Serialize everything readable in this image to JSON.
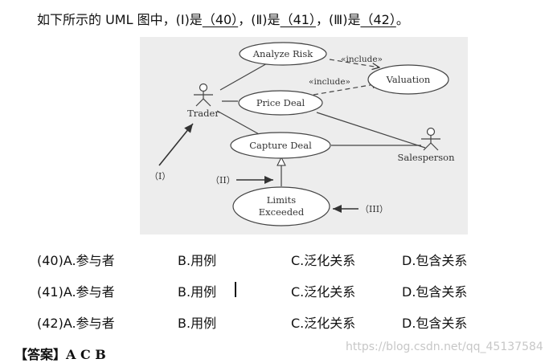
{
  "question": {
    "prefix": "如下所示的 UML 图中，(I)是",
    "blank40": "（40）",
    "mid1": "，(Ⅱ)是",
    "blank41": "（41）",
    "mid2": "，(Ⅲ)是",
    "blank42": "（42）",
    "suffix": "。"
  },
  "diagram": {
    "actors": {
      "trader": "Trader",
      "salesperson": "Salesperson"
    },
    "usecases": {
      "analyze_risk": "Analyze Risk",
      "valuation": "Valuation",
      "price_deal": "Price Deal",
      "capture_deal": "Capture Deal",
      "limits_line1": "Limits",
      "limits_line2": "Exceeded"
    },
    "stereotypes": {
      "include1": "«include»",
      "include2": "«include»"
    },
    "markers": {
      "m1": "（I）",
      "m2": "（II）",
      "m3": "（III）"
    }
  },
  "options": [
    {
      "a": "(40)A.参与者",
      "b": "B.用例",
      "c": "C.泛化关系",
      "d": "D.包含关系"
    },
    {
      "a": "(41)A.参与者",
      "b": "B.用例",
      "c": "C.泛化关系",
      "d": "D.包含关系"
    },
    {
      "a": "(42)A.参与者",
      "b": "B.用例",
      "c": "C.泛化关系",
      "d": "D.包含关系"
    }
  ],
  "answer": "【答案】A C B",
  "watermark": "https://blog.csdn.net/qq_45137584"
}
